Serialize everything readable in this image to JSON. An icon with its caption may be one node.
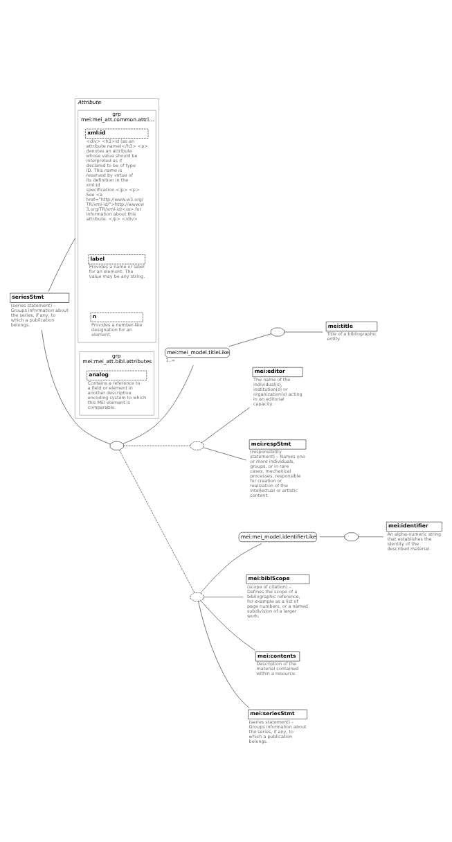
{
  "diagram": {
    "nodes": [
      {
        "text": [
          "seriesStmt"
        ],
        "beside": [
          "(series statement) – Groups information about the series, if any, to which a publication belongs."
        ]
      },
      {
        "text": [
          "Attribute"
        ]
      },
      {
        "text": [
          "grp",
          "mei:mei_att.common.attri…"
        ],
        "in": 1
      },
      {
        "text": [
          "xml:id"
        ],
        "in": 2,
        "beside": [
          "<div> <h3>id (as an attribute name)</h3> <p> denotes an attribute whose value should be interpreted as if declared to be of type ID. This name is reserved by virtue of its definition in the xml:id specification.</p> <p> See <a href=\"http://www.w3.org/TR/xml-id/\">http://www.w3.org/TR/xml-id/</a> for information about this attribute. </p> </div>"
        ]
      },
      {
        "text": [
          "label"
        ],
        "in": 2,
        "beside": [
          "Provides a name or label for an element. The value may be any string."
        ]
      },
      {
        "text": [
          "n"
        ],
        "in": 2,
        "beside": [
          "Provides a number-like designation for an element."
        ]
      },
      {
        "text": [
          "grp",
          "mei:mei_att.bibl.attributes"
        ],
        "in": 1
      },
      {
        "text": [
          "analog"
        ],
        "in": 6,
        "beside": [
          "Contains a reference to a field or element in another descriptive encoding system to which this MEI element is comparable."
        ]
      },
      {
        "text": [],
        "shape": "octagon"
      },
      {
        "text": [
          "mei:mei_model.titleLike"
        ],
        "beside": [
          "1..∞"
        ]
      },
      {
        "text": [],
        "shape": "octagon"
      },
      {
        "text": [
          "mei:title"
        ],
        "beside": [
          "Title of a bibliographic entity."
        ]
      },
      {
        "text": [],
        "shape": "octagon"
      },
      {
        "text": [
          "mei:editor"
        ],
        "beside": [
          "The name of the individual(s), institution(s) or organization(s) acting in an editorial capacity."
        ]
      },
      {
        "text": [
          "mei:respStmt"
        ],
        "beside": [
          "(responsibility statement) – Names one or more individuals, groups, or in rare cases, mechanical processes, responsible for creation or realization of the intellectual or artistic content."
        ]
      },
      {
        "text": [],
        "shape": "octagon"
      },
      {
        "text": [
          "mei:mei_model.identifierLike"
        ]
      },
      {
        "text": [],
        "shape": "octagon"
      },
      {
        "text": [
          "mei:identifier"
        ],
        "beside": [
          "An alpha-numeric string that establishes the identity of the described material."
        ]
      },
      {
        "text": [
          "mei:biblScope"
        ],
        "beside": [
          "(scope of citation) – Defines the scope of a bibliographic reference, for example as a list of page numbers, or a named subdivision of a larger work."
        ]
      },
      {
        "text": [
          "mei:contents"
        ],
        "beside": [
          "Description of the material contained within a resource."
        ]
      },
      {
        "text": [
          "mei:seriesStmt"
        ],
        "beside": [
          "(series statement) – Groups information about the series, if any, to which a publication belongs."
        ]
      }
    ],
    "edges": [
      {
        "from": 0,
        "to": 1,
        "arrow": "none"
      },
      {
        "from": 0,
        "to": 8,
        "arrow": "none"
      },
      {
        "from": 8,
        "to": 9,
        "arrow": "none"
      },
      {
        "from": 9,
        "to": 10,
        "arrow": "none"
      },
      {
        "from": 10,
        "to": 11,
        "arrow": "none"
      },
      {
        "from": 8,
        "to": 12,
        "arrow": "none",
        "style": "dashed"
      },
      {
        "from": 12,
        "to": 13,
        "arrow": "none"
      },
      {
        "from": 12,
        "to": 14,
        "arrow": "none"
      },
      {
        "from": 8,
        "to": 15,
        "arrow": "none",
        "style": "dashed"
      },
      {
        "from": 15,
        "to": 16,
        "arrow": "none"
      },
      {
        "from": 16,
        "to": 17,
        "arrow": "none"
      },
      {
        "from": 17,
        "to": 18,
        "arrow": "none"
      },
      {
        "from": 15,
        "to": 19,
        "arrow": "none"
      },
      {
        "from": 15,
        "to": 20,
        "arrow": "none"
      },
      {
        "from": 15,
        "to": 21,
        "arrow": "none"
      }
    ]
  }
}
